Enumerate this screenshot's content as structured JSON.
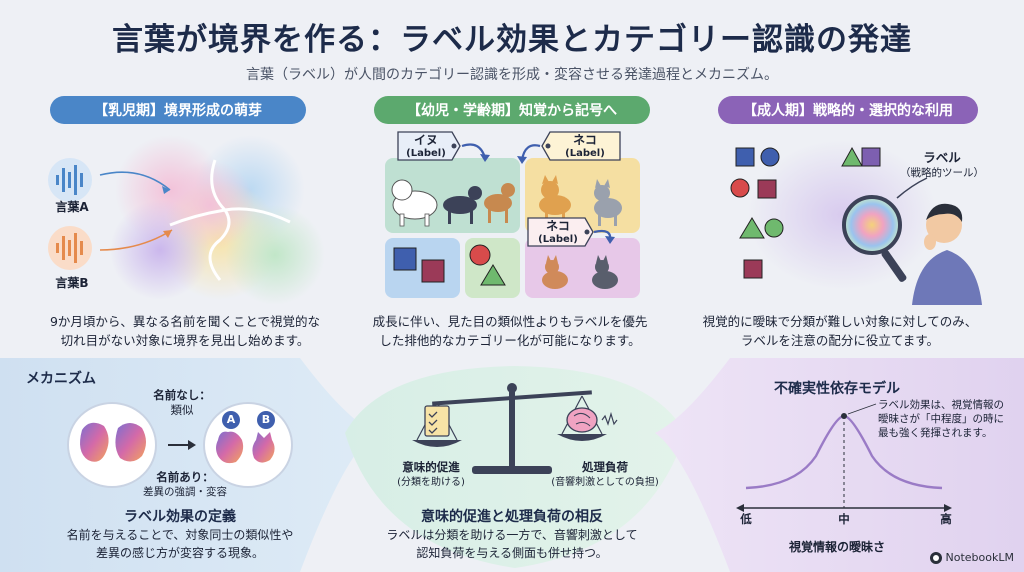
{
  "header": {
    "title": "言葉が境界を作る：ラベル効果とカテゴリー認識の発達",
    "subtitle": "言葉（ラベル）が人間のカテゴリー認識を形成・変容させる発達過程とメカニズム。"
  },
  "stages": [
    {
      "pill": "【乳児期】境界形成の萌芽",
      "word_a": "言葉A",
      "word_b": "言葉B",
      "desc_line1": "9か月頃から、異なる名前を聞くことで視覚的な",
      "desc_line2": "切れ目がない対象に境界を見出し始めます。"
    },
    {
      "pill": "【幼児・学齢期】知覚から記号へ",
      "tag_dog_1": "イヌ",
      "tag_dog_2": "(Label)",
      "tag_cat_1": "ネコ",
      "tag_cat_2": "(Label)",
      "tag_cat2_1": "ネコ",
      "tag_cat2_2": "(Label)",
      "desc_line1": "成長に伴い、見た目の類似性よりもラベルを優先",
      "desc_line2": "した排他的なカテゴリー化が可能になります。"
    },
    {
      "pill": "【成人期】戦略的・選択的な利用",
      "label_1": "ラベル",
      "label_2": "（戦略的ツール）",
      "desc_line1": "視覚的に曖昧で分類が難しい対象に対してのみ、",
      "desc_line2": "ラベルを注意の配分に役立てます。"
    }
  ],
  "mechanism": {
    "heading": "メカニズム",
    "no_name_1": "名前なし：",
    "no_name_2": "類似",
    "with_name_1": "名前あり：",
    "with_name_2": "差異の強調・変容",
    "badge_a": "A",
    "badge_b": "B",
    "def_title": "ラベル効果の定義",
    "def_line1": "名前を与えることで、対象同士の類似性や",
    "def_line2": "差異の感じ方が変容する現象。"
  },
  "balance": {
    "left_1": "意味的促進",
    "left_2": "(分類を助ける)",
    "right_1": "処理負荷",
    "right_2": "(音響刺激としての負担)",
    "title": "意味的促進と処理負荷の相反",
    "line1": "ラベルは分類を助ける一方で、音響刺激として",
    "line2": "認知負荷を与える側面も併せ持つ。"
  },
  "model": {
    "title": "不確実性依存モデル",
    "note_1": "ラベル効果は、視覚情報の",
    "note_2": "曖昧さが「中程度」の時に",
    "note_3": "最も強く発揮されます。",
    "tick_low": "低",
    "tick_mid": "中",
    "tick_high": "高",
    "xlabel": "視覚情報の曖昧さ"
  },
  "brand": "NotebookLM",
  "colors": {
    "infant": "#4a86c8",
    "child": "#5ca96e",
    "adult": "#8b63b7",
    "title": "#1d2b4a"
  }
}
